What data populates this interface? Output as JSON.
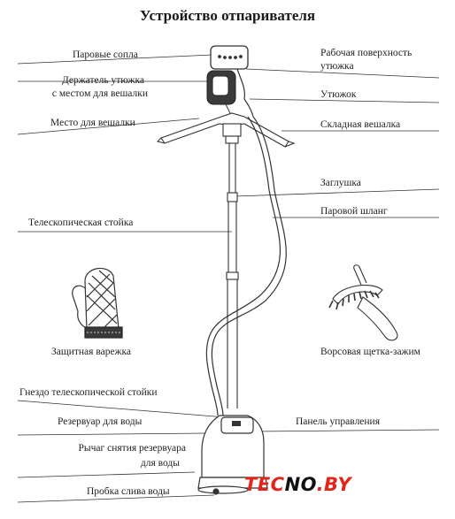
{
  "title": "Устройство отпаривателя",
  "labels": {
    "steam_nozzles": "Паровые сопла",
    "iron_holder_1": "Держатель утюжка",
    "iron_holder_2": "с местом для вешалки",
    "hanger_place": "Место для вешалки",
    "telescopic_stand": "Телескопическая стойка",
    "glove": "Защитная варежка",
    "stand_socket": "Гнездо телескопической стойки",
    "water_tank": "Резервуар для воды",
    "tank_lever_1": "Рычаг снятия резервуара",
    "tank_lever_2": "для воды",
    "drain_plug": "Пробка слива воды",
    "iron_surface_1": "Рабочая поверхность",
    "iron_surface_2": "утюжка",
    "iron": "Утюжок",
    "folding_hanger": "Складная вешалка",
    "cap": "Заглушка",
    "steam_hose": "Паровой шланг",
    "brush_clip": "Ворсовая щетка-зажим",
    "control_panel": "Панель управления"
  },
  "logo": {
    "part_a": "TEC",
    "part_b": "NO",
    "part_c": ".BY"
  },
  "colors": {
    "logo_red": "#e0251b",
    "logo_dark": "#111111",
    "line": "#333333"
  }
}
